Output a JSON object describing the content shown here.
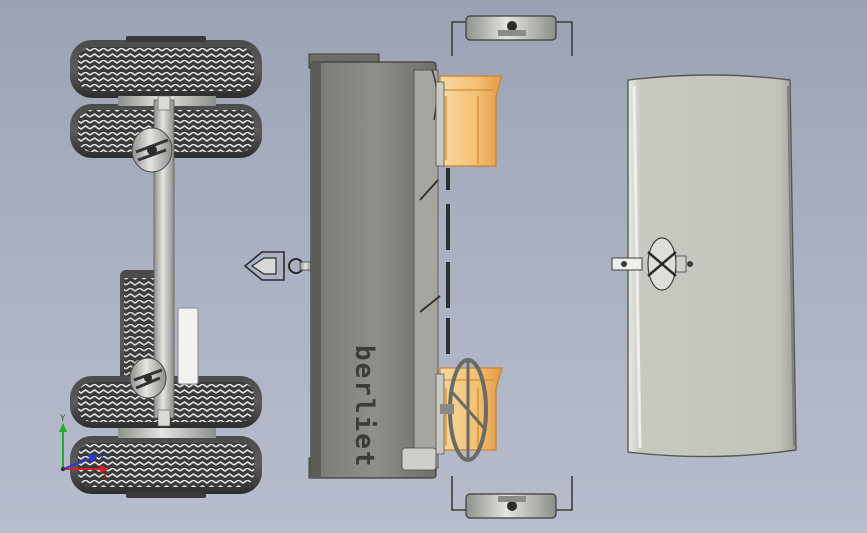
{
  "viewport": {
    "background_top": "#9aa2b4",
    "background_bottom": "#b8bdcc"
  },
  "model": {
    "brand_text": "berliet",
    "parts": [
      "chassis-axle-assembly",
      "cab-body",
      "seat-front",
      "seat-rear",
      "steering-wheel",
      "fender-top",
      "fender-bottom",
      "engine-hood",
      "tow-hook"
    ]
  },
  "triad": {
    "x_label": "X",
    "y_label": "Y",
    "z_label": "Z",
    "x_color": "#d61f1f",
    "y_color": "#1fae2a",
    "z_color": "#2b36d9"
  },
  "colors": {
    "tire": "#2a2a2a",
    "tire_tread": "#d9d9d9",
    "metal": "#c7c9c4",
    "cab_body": "#8d8d86",
    "cab_front": "#a7a7a0",
    "seat": "#f3c27a",
    "seat_edge": "#d98a2f",
    "hood": "#c8cbc0"
  }
}
